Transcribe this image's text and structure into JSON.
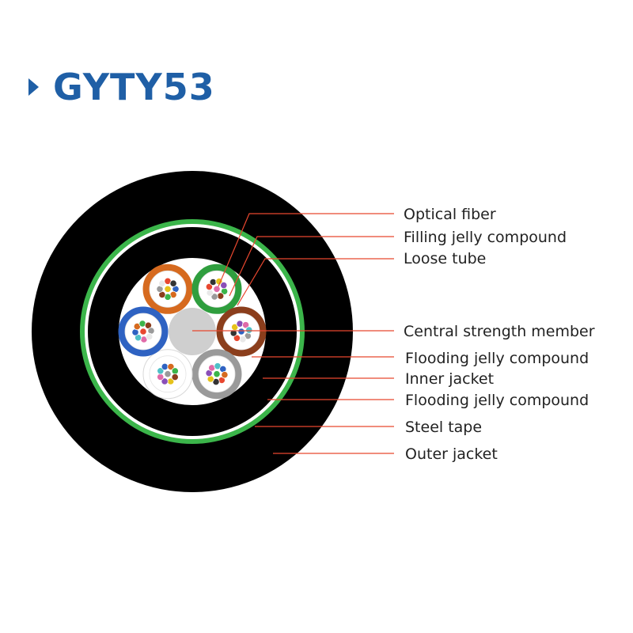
{
  "title": "GYTY53",
  "colors": {
    "title": "#1f5fa6",
    "outer_jacket": "#000000",
    "steel_tape": "#3bb54a",
    "leader_line": "#e8472f",
    "central_member": "#cfcfcf"
  },
  "loose_tubes": [
    {
      "name": "tube-orange",
      "color": "#d66a1f"
    },
    {
      "name": "tube-green",
      "color": "#2f9e3e"
    },
    {
      "name": "tube-brown",
      "color": "#8b3e1c"
    },
    {
      "name": "tube-gray",
      "color": "#9a9a9a"
    },
    {
      "name": "tube-white",
      "color": "#ffffff"
    },
    {
      "name": "tube-blue",
      "color": "#2e62c2"
    }
  ],
  "labels": [
    {
      "text": "Optical fiber"
    },
    {
      "text": "Filling jelly compound"
    },
    {
      "text": "Loose tube"
    },
    {
      "text": "Central strength member"
    },
    {
      "text": "Flooding jelly compound"
    },
    {
      "text": "Inner jacket"
    },
    {
      "text": "Flooding jelly compound"
    },
    {
      "text": "Steel tape"
    },
    {
      "text": "Outer jacket"
    }
  ]
}
